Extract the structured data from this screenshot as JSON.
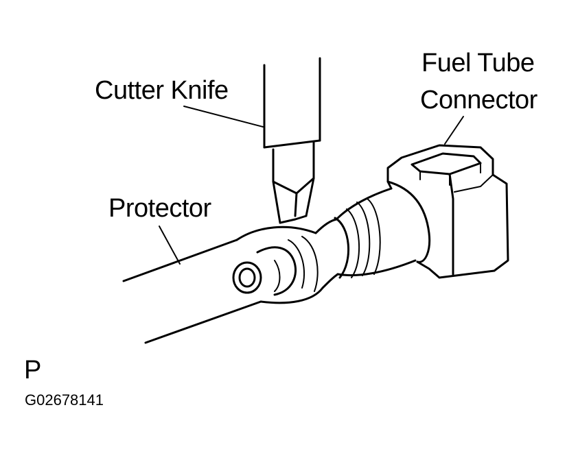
{
  "labels": {
    "cutter_knife": "Cutter Knife",
    "fuel_tube_line1": "Fuel Tube",
    "fuel_tube_line2": "Connector",
    "protector": "Protector",
    "corner_letter": "P",
    "figure_code": "G02678141"
  }
}
